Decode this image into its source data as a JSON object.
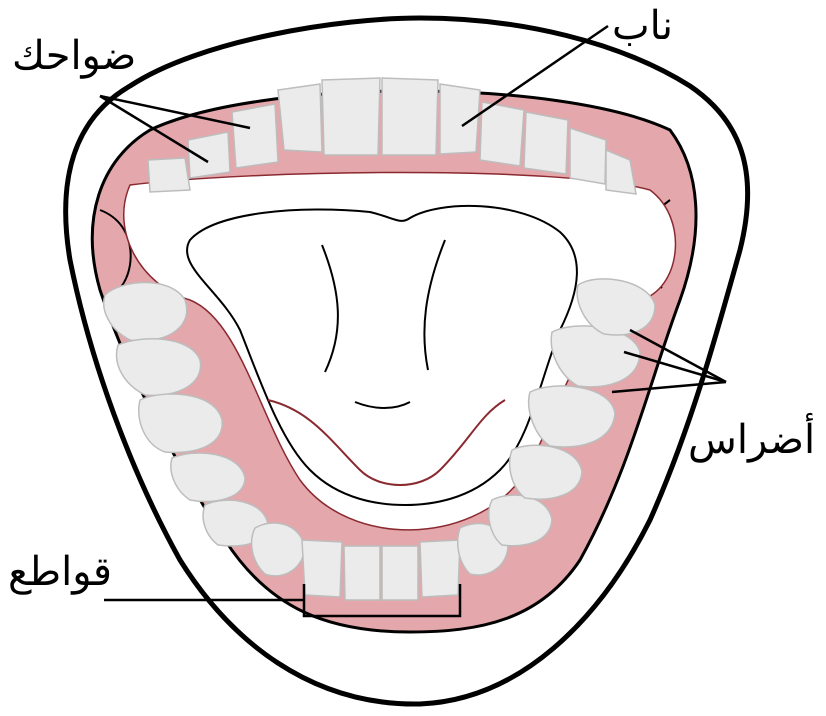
{
  "labels": {
    "premolars": "ضواحك",
    "canine": "ناب",
    "molars": "أضراس",
    "incisors": "قواطع"
  },
  "colors": {
    "gum": "#e4a7ab",
    "gum_dark": "#c9878c",
    "tooth": "#ebebeb",
    "tooth_line": "#bdbdbd",
    "outline": "#000000",
    "tongue_line": "#7a1f24"
  }
}
